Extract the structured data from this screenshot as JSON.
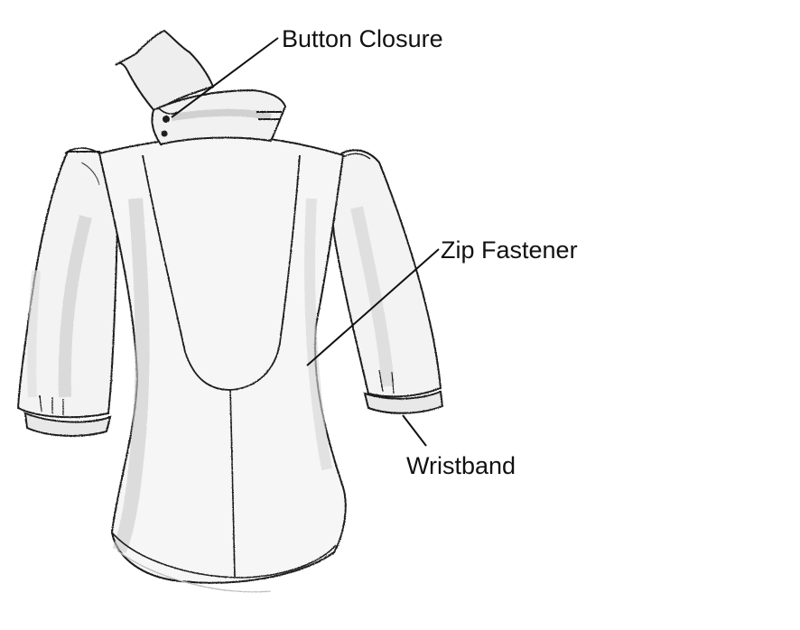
{
  "labels": {
    "button_closure": "Button Closure",
    "zip_fastener": "Zip Fastener",
    "wristband": "Wristband"
  },
  "colors": {
    "background": "#ffffff",
    "ink": "#1a1a1a",
    "shade": "#c9c9c9",
    "light_shade": "#e4e4e4"
  },
  "illustration": "shirt-back-sketch"
}
